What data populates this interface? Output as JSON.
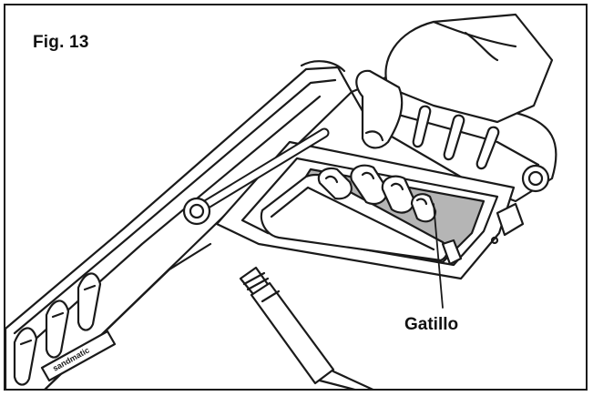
{
  "figure": {
    "label": "Fig. 13",
    "callout": "Gatillo",
    "brand_text": "sandmatic",
    "colors": {
      "line": "#1a1a1a",
      "shade": "#b5b5b5",
      "paper": "#ffffff"
    }
  }
}
